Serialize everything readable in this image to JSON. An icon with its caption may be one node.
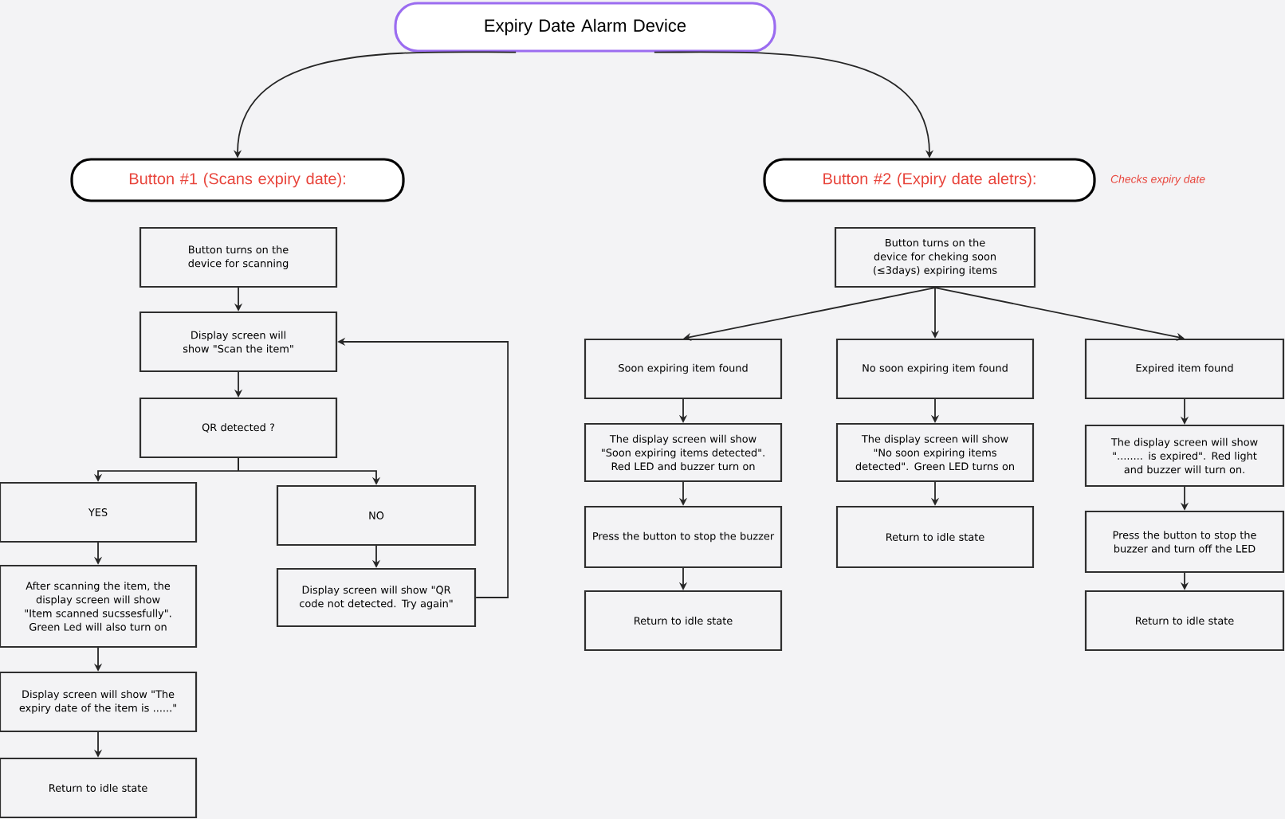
{
  "diagram": {
    "nodes": [
      {
        "text": [
          "Expiry Date Alarm Device"
        ]
      },
      {
        "text": [
          "Button #1 (Scans expiry date):"
        ]
      },
      {
        "text": [
          "Button #2 (Expiry date aletrs):"
        ],
        "beside": [
          "*Checks expiry date*"
        ]
      },
      {
        "text": [
          "Button turns on the device for scanning"
        ]
      },
      {
        "text": [
          "Display screen will show \"Scan the item\""
        ]
      },
      {
        "text": [
          "QR detected ?"
        ]
      },
      {
        "text": [
          "YES"
        ]
      },
      {
        "text": [
          "NO"
        ]
      },
      {
        "text": [
          "After scanning the item, the display screen will show \"Item scanned sucssesfully\". Green Led will also turn on"
        ]
      },
      {
        "text": [
          "Display screen will show \"QR code not detected. Try again\""
        ]
      },
      {
        "text": [
          "Display screen will show \"The expiry date of the item is ......\""
        ]
      },
      {
        "text": [
          "Return to idle state"
        ]
      },
      {
        "text": [
          "Button turns on the device for cheking soon (≤3days) expiring items"
        ]
      },
      {
        "text": [
          "Soon expiring item found"
        ]
      },
      {
        "text": [
          "No soon expiring item found"
        ]
      },
      {
        "text": [
          "Expired item found"
        ]
      },
      {
        "text": [
          "The display screen will show \"Soon expiring items detected\". Red LED and buzzer turn on"
        ]
      },
      {
        "text": [
          "The display screen will show \"No soon expiring items detected\". Green LED turns on"
        ]
      },
      {
        "text": [
          "The display screen will show \"........ is expired\". Red light and buzzer will turn on."
        ]
      },
      {
        "text": [
          "Press the button to stop the buzzer"
        ]
      },
      {
        "text": [
          "Return to idle state"
        ]
      },
      {
        "text": [
          "Press the button to stop the buzzer and turn off the LED"
        ]
      },
      {
        "text": [
          "Return to idle state"
        ]
      },
      {
        "text": [
          "Return to idle state"
        ]
      }
    ],
    "edges": [
      {
        "from": 0,
        "to": 1,
        "arrow": "to"
      },
      {
        "from": 0,
        "to": 2,
        "arrow": "to"
      },
      {
        "from": 3,
        "to": 4,
        "arrow": "to"
      },
      {
        "from": 4,
        "to": 5,
        "arrow": "to"
      },
      {
        "from": 5,
        "to": 6,
        "arrow": "to"
      },
      {
        "from": 5,
        "to": 7,
        "arrow": "to"
      },
      {
        "from": 6,
        "to": 8,
        "arrow": "to"
      },
      {
        "from": 7,
        "to": 9,
        "arrow": "to"
      },
      {
        "from": 9,
        "to": 4,
        "arrow": "to"
      },
      {
        "from": 8,
        "to": 10,
        "arrow": "to"
      },
      {
        "from": 10,
        "to": 11,
        "arrow": "to"
      },
      {
        "from": 12,
        "to": 13,
        "arrow": "to"
      },
      {
        "from": 12,
        "to": 14,
        "arrow": "to"
      },
      {
        "from": 12,
        "to": 15,
        "arrow": "to"
      },
      {
        "from": 13,
        "to": 16,
        "arrow": "to"
      },
      {
        "from": 14,
        "to": 17,
        "arrow": "to"
      },
      {
        "from": 15,
        "to": 18,
        "arrow": "to"
      },
      {
        "from": 16,
        "to": 19,
        "arrow": "to"
      },
      {
        "from": 17,
        "to": 20,
        "arrow": "to"
      },
      {
        "from": 18,
        "to": 21,
        "arrow": "to"
      },
      {
        "from": 19,
        "to": 22,
        "arrow": "to"
      },
      {
        "from": 21,
        "to": 23,
        "arrow": "to"
      }
    ]
  }
}
